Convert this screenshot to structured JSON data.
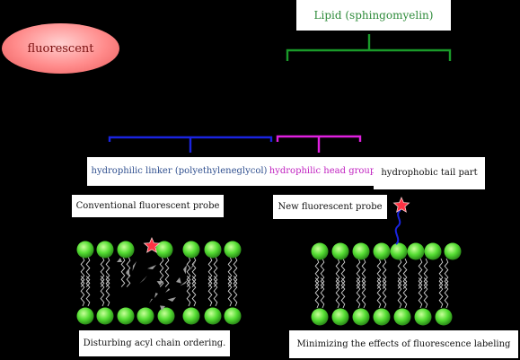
{
  "labels": {
    "fluorescent": "fluorescent",
    "lipid": "Lipid (sphingomyelin)",
    "linker": "hydrophilic linker (polyethyleneglycol)",
    "head": "hydrophilic head group",
    "tail": "hydrophobic tail part",
    "conventional": "Conventional fluorescent probe",
    "new_probe": "New fluorescent probe",
    "disturbing": "Disturbing acyl chain ordering.",
    "minimizing": "Minimizing the effects of fluorescence labeling"
  },
  "colors": {
    "lipid_text": "#2e8b3a",
    "bracket_green": "#1a9a2a",
    "linker_text": "#2f4f8f",
    "bracket_blue": "#1a24e0",
    "head_text": "#c020c0",
    "bracket_magenta": "#e020e0",
    "lipid_head": "#55dd33",
    "star": "#ff3344"
  }
}
